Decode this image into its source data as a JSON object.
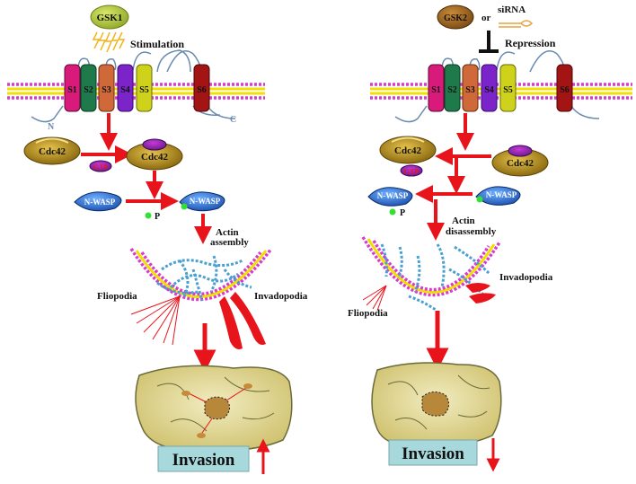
{
  "left": {
    "agent": "GSK1",
    "effect": "Stimulation",
    "segments": [
      "S1",
      "S2",
      "S3",
      "S4",
      "S5",
      "S6"
    ],
    "n_terminus": "N",
    "c_terminus": "C",
    "cdc42_inactive": "Cdc42",
    "cdc42_active": "Cdc42",
    "gtp": "GTP",
    "nwasp_inactive": "N-WASP",
    "nwasp_active": "N-WASP",
    "phospho": "P",
    "actin_line1": "Actin",
    "actin_line2": "assembly",
    "filopodia": "Fliopodia",
    "invadopodia": "Invadopodia",
    "outcome": "Invasion",
    "outcome_direction": "up"
  },
  "right": {
    "agent": "GSK2",
    "agent_joiner": "or",
    "agent_alt": "siRNA",
    "effect": "Repression",
    "segments": [
      "S1",
      "S2",
      "S3",
      "S4",
      "S5",
      "S6"
    ],
    "cdc42_inactive": "Cdc42",
    "cdc42_active": "Cdc42",
    "gtp": "GTP",
    "nwasp_inactive": "N-WASP",
    "nwasp_active": "N-WASP",
    "phospho": "P",
    "actin_line1": "Actin",
    "actin_line2": "disassembly",
    "filopodia": "Fliopodia",
    "invadopodia": "Invadopodia",
    "outcome": "Invasion",
    "outcome_direction": "down"
  },
  "colors": {
    "arrow": "#e8141c",
    "segment_s1": "#d81b7a",
    "segment_s2": "#1e7a4a",
    "segment_s3": "#d0693a",
    "segment_s4": "#7b24c9",
    "segment_s5": "#cfd21a",
    "segment_s6": "#a31414",
    "cdc42": "#9a7a10",
    "nwasp": "#2a6fd0",
    "tissue": "#e7dc9a",
    "invasion_box": "#a7d9dc",
    "membrane_head": "#d93ad0",
    "membrane_tail": "#f0e000"
  }
}
